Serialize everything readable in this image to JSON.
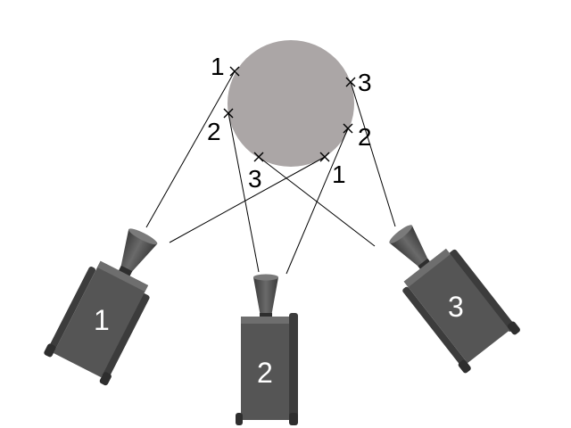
{
  "colors": {
    "background": "#ffffff",
    "target": "#aba6a6",
    "robot_body": "#555555",
    "robot_dark": "#3c3c3c",
    "robot_light": "#6e6e6e",
    "label_dark": "#000000",
    "label_light": "#ffffff"
  },
  "target": {
    "name": "target-sphere"
  },
  "points": [
    {
      "label": "1"
    },
    {
      "label": "2"
    },
    {
      "label": "3"
    },
    {
      "label": "3"
    },
    {
      "label": "2"
    },
    {
      "label": "1"
    }
  ],
  "robots": [
    {
      "label": "1"
    },
    {
      "label": "2"
    },
    {
      "label": "3"
    }
  ]
}
